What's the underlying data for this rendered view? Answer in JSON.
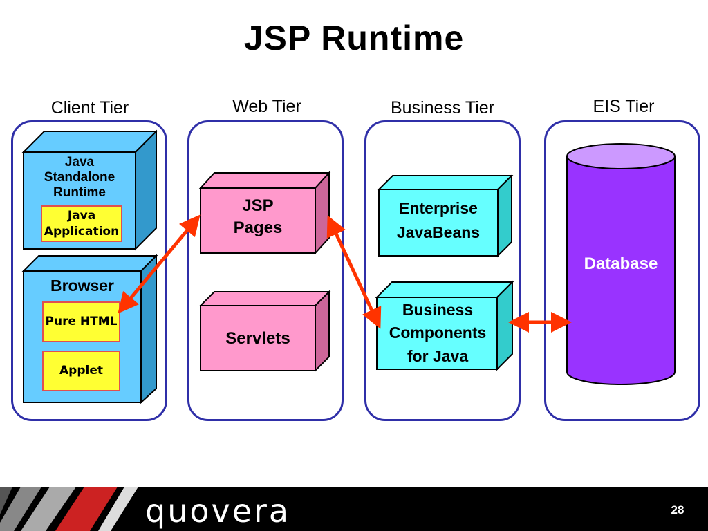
{
  "title": "JSP Runtime",
  "tiers": {
    "client": "Client Tier",
    "web": "Web Tier",
    "business": "Business Tier",
    "eis": "EIS Tier"
  },
  "client": {
    "standalone": "Java Standalone Runtime",
    "java_application": "Java Application",
    "browser": "Browser",
    "pure_html": "Pure HTML",
    "applet": "Applet"
  },
  "web": {
    "jsp_pages": "JSP Pages",
    "servlets": "Servlets"
  },
  "business": {
    "ejb": "Enterprise JavaBeans",
    "bc4j": "Business Components for Java"
  },
  "eis": {
    "database": "Database"
  },
  "footer": {
    "logo": "quovera",
    "page_number": "28"
  },
  "colors": {
    "tier_border": "#2f2fa8",
    "client_cube": "#66ccff",
    "web_cube": "#ff99cc",
    "business_cube": "#66ffff",
    "database": "#9933ff",
    "arrow": "#ff3300",
    "inner_box": "#ffff33"
  }
}
